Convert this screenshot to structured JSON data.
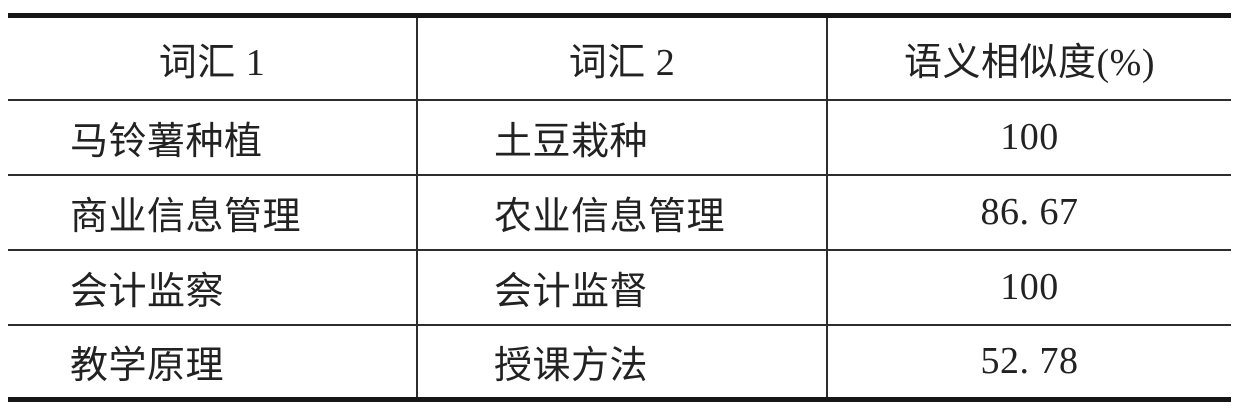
{
  "table": {
    "columns": [
      {
        "label": "词汇 1"
      },
      {
        "label": "词汇 2"
      },
      {
        "label": "语义相似度(%)"
      }
    ],
    "rows": [
      {
        "word1": "马铃薯种植",
        "word2": "土豆栽种",
        "similarity": "100"
      },
      {
        "word1": "商业信息管理",
        "word2": "农业信息管理",
        "similarity": "86. 67"
      },
      {
        "word1": "会计监察",
        "word2": "会计监督",
        "similarity": "100"
      },
      {
        "word1": "教学原理",
        "word2": "授课方法",
        "similarity": "52. 78"
      }
    ]
  },
  "chart_data": {
    "type": "table",
    "title": "",
    "columns": [
      "词汇 1",
      "词汇 2",
      "语义相似度(%)"
    ],
    "rows": [
      [
        "马铃薯种植",
        "土豆栽种",
        100
      ],
      [
        "商业信息管理",
        "农业信息管理",
        86.67
      ],
      [
        "会计监察",
        "会计监督",
        100
      ],
      [
        "教学原理",
        "授课方法",
        52.78
      ]
    ]
  },
  "colors": {
    "rule_thick": "#161616",
    "rule_thin": "#2d2d2d",
    "text": "#222222",
    "background": "#ffffff"
  }
}
